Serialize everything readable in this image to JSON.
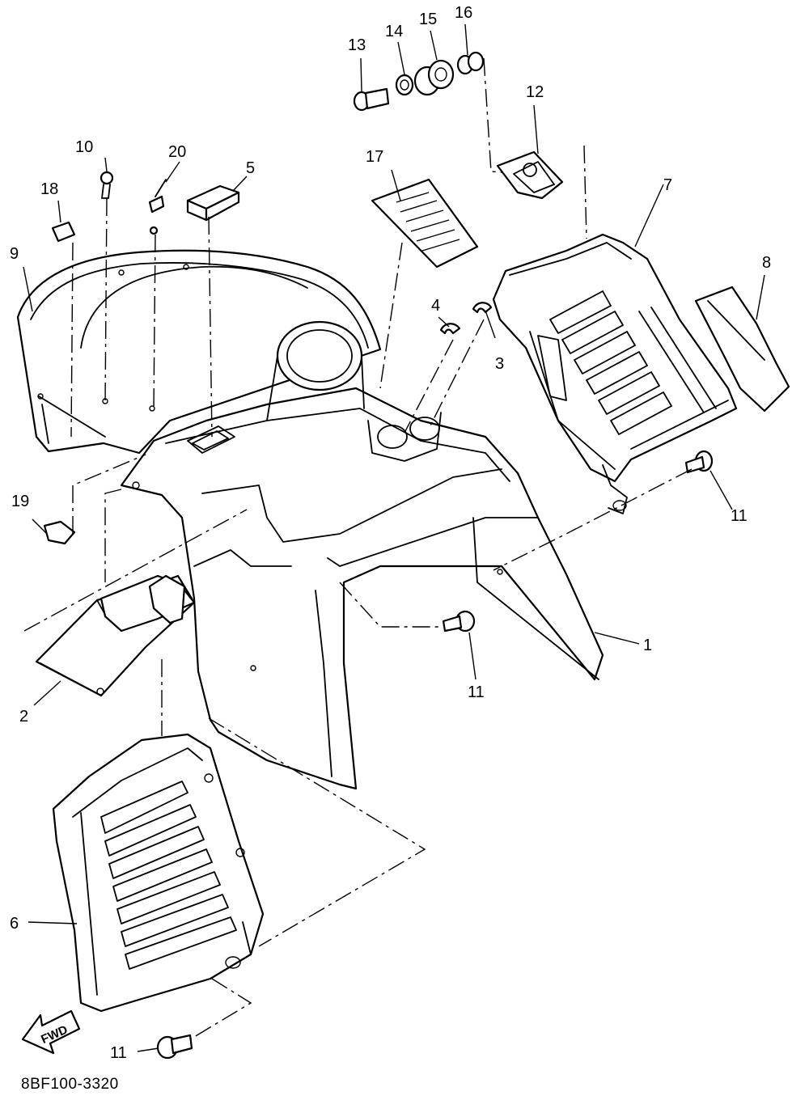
{
  "callouts": {
    "p1": "1",
    "p2": "2",
    "p3": "3",
    "p4": "4",
    "p5": "5",
    "p6": "6",
    "p7": "7",
    "p8": "8",
    "p9": "9",
    "p10": "10",
    "p11a": "11",
    "p11b": "11",
    "p11c": "11",
    "p12": "12",
    "p13": "13",
    "p14": "14",
    "p15": "15",
    "p16": "16",
    "p17": "17",
    "p18": "18",
    "p19": "19",
    "p20": "20"
  },
  "fwd_label": "FWD",
  "diagram_code": "8BF100-3320"
}
